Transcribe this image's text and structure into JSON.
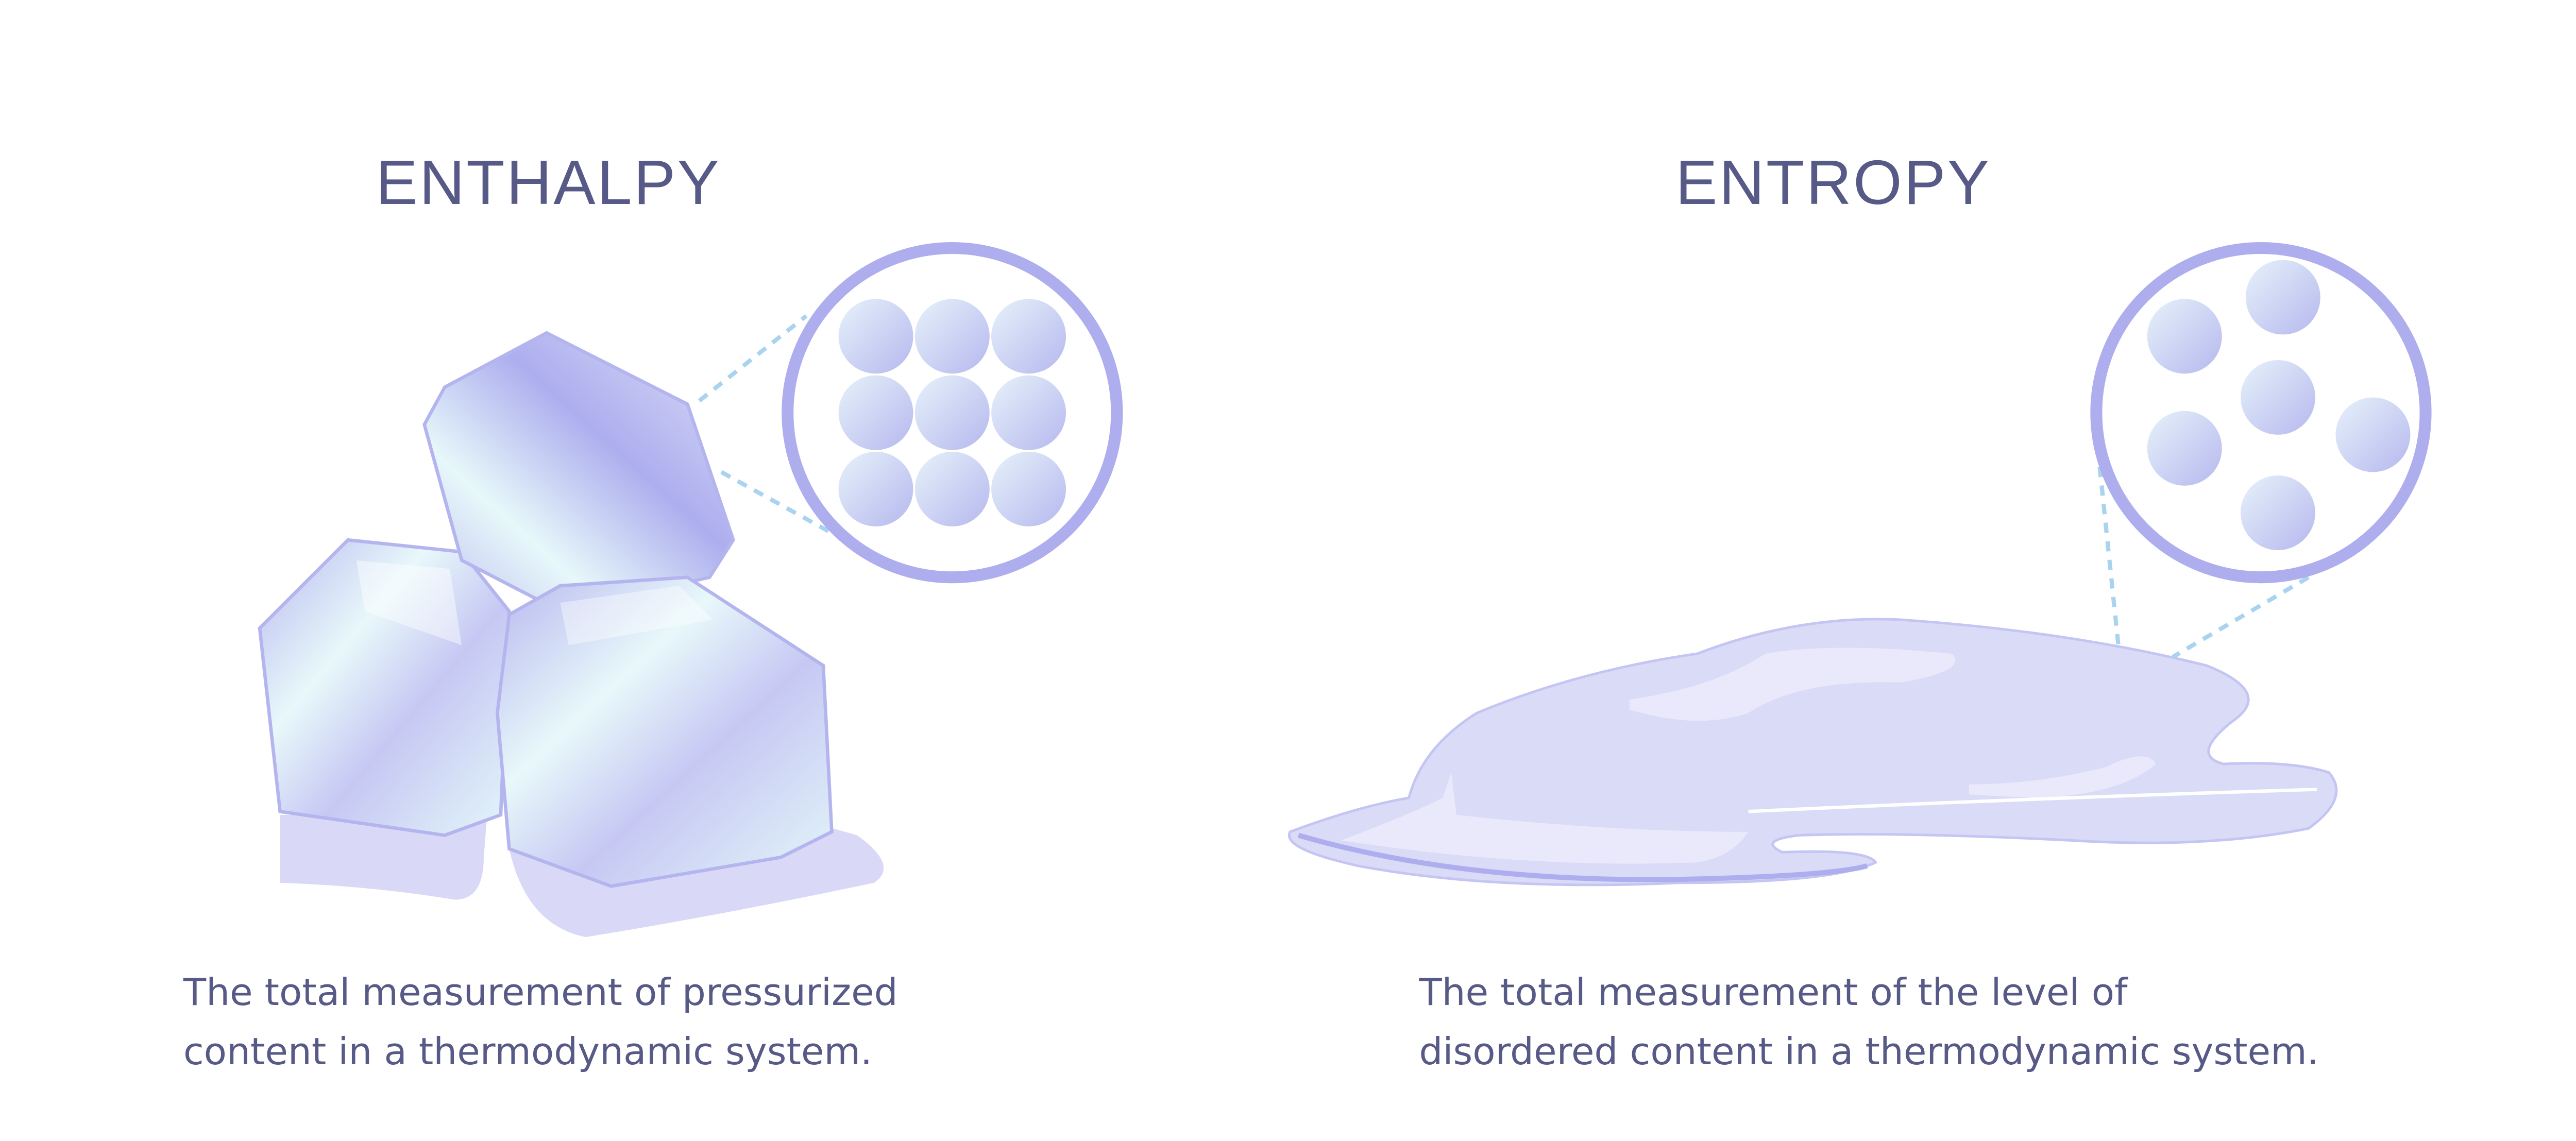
{
  "enthalpy": {
    "title": "ENTHALPY",
    "description_lines": [
      "The total measurement of pressurized",
      "content in a thermodynamic system."
    ]
  },
  "entropy": {
    "title": "ENTROPY",
    "description_lines": [
      "The total measurement of the level of",
      "disordered content in a thermodynamic system."
    ]
  },
  "colors": {
    "text": "#575a86",
    "ring": "#aeaeee",
    "dash": "#a9d3ee",
    "puddle": "#d9dbf7"
  }
}
